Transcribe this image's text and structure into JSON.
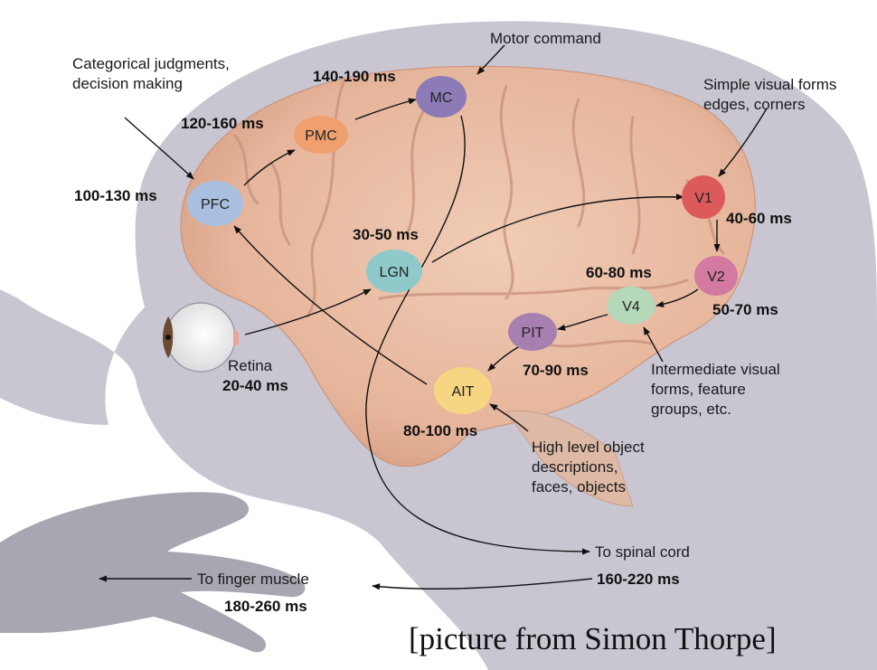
{
  "areas": {
    "mc": {
      "name": "MC",
      "time": "140-190 ms",
      "color": "#8d7bb8"
    },
    "pmc": {
      "name": "PMC",
      "time": "120-160 ms",
      "color": "#f0a06e"
    },
    "pfc": {
      "name": "PFC",
      "time": "100-130 ms",
      "color": "#a9bfe0"
    },
    "lgn": {
      "name": "LGN",
      "time": "30-50 ms",
      "color": "#8fc9c9"
    },
    "v1": {
      "name": "V1",
      "time": "40-60 ms",
      "color": "#dd5a5a"
    },
    "v2": {
      "name": "V2",
      "time": "50-70 ms",
      "color": "#d27aa0"
    },
    "v4": {
      "name": "V4",
      "time": "60-80 ms",
      "color": "#b4d8b8"
    },
    "pit": {
      "name": "PIT",
      "time": "70-90 ms",
      "color": "#a77fb1"
    },
    "ait": {
      "name": "AIT",
      "time": "80-100 ms",
      "color": "#f6d583"
    }
  },
  "retina": {
    "name": "Retina",
    "time": "20-40 ms"
  },
  "notes": {
    "motor_command": "Motor command",
    "categorical_1": "Categorical judgments,",
    "categorical_2": "decision making",
    "simple_1": "Simple visual forms",
    "simple_2": "edges, corners",
    "intermediate_1": "Intermediate visual",
    "intermediate_2": "forms, feature",
    "intermediate_3": "groups, etc.",
    "high_1": "High level object",
    "high_2": "descriptions,",
    "high_3": "faces, objects"
  },
  "outputs": {
    "spinal_label": "To spinal cord",
    "spinal_time": "160-220 ms",
    "finger_label": "To finger muscle",
    "finger_time": "180-260 ms"
  },
  "credit": "[picture from Simon Thorpe]",
  "colors": {
    "head_silhouette": "#c9c6d1",
    "brain": "#e9bfa6",
    "hand": "#a9a6b2"
  }
}
